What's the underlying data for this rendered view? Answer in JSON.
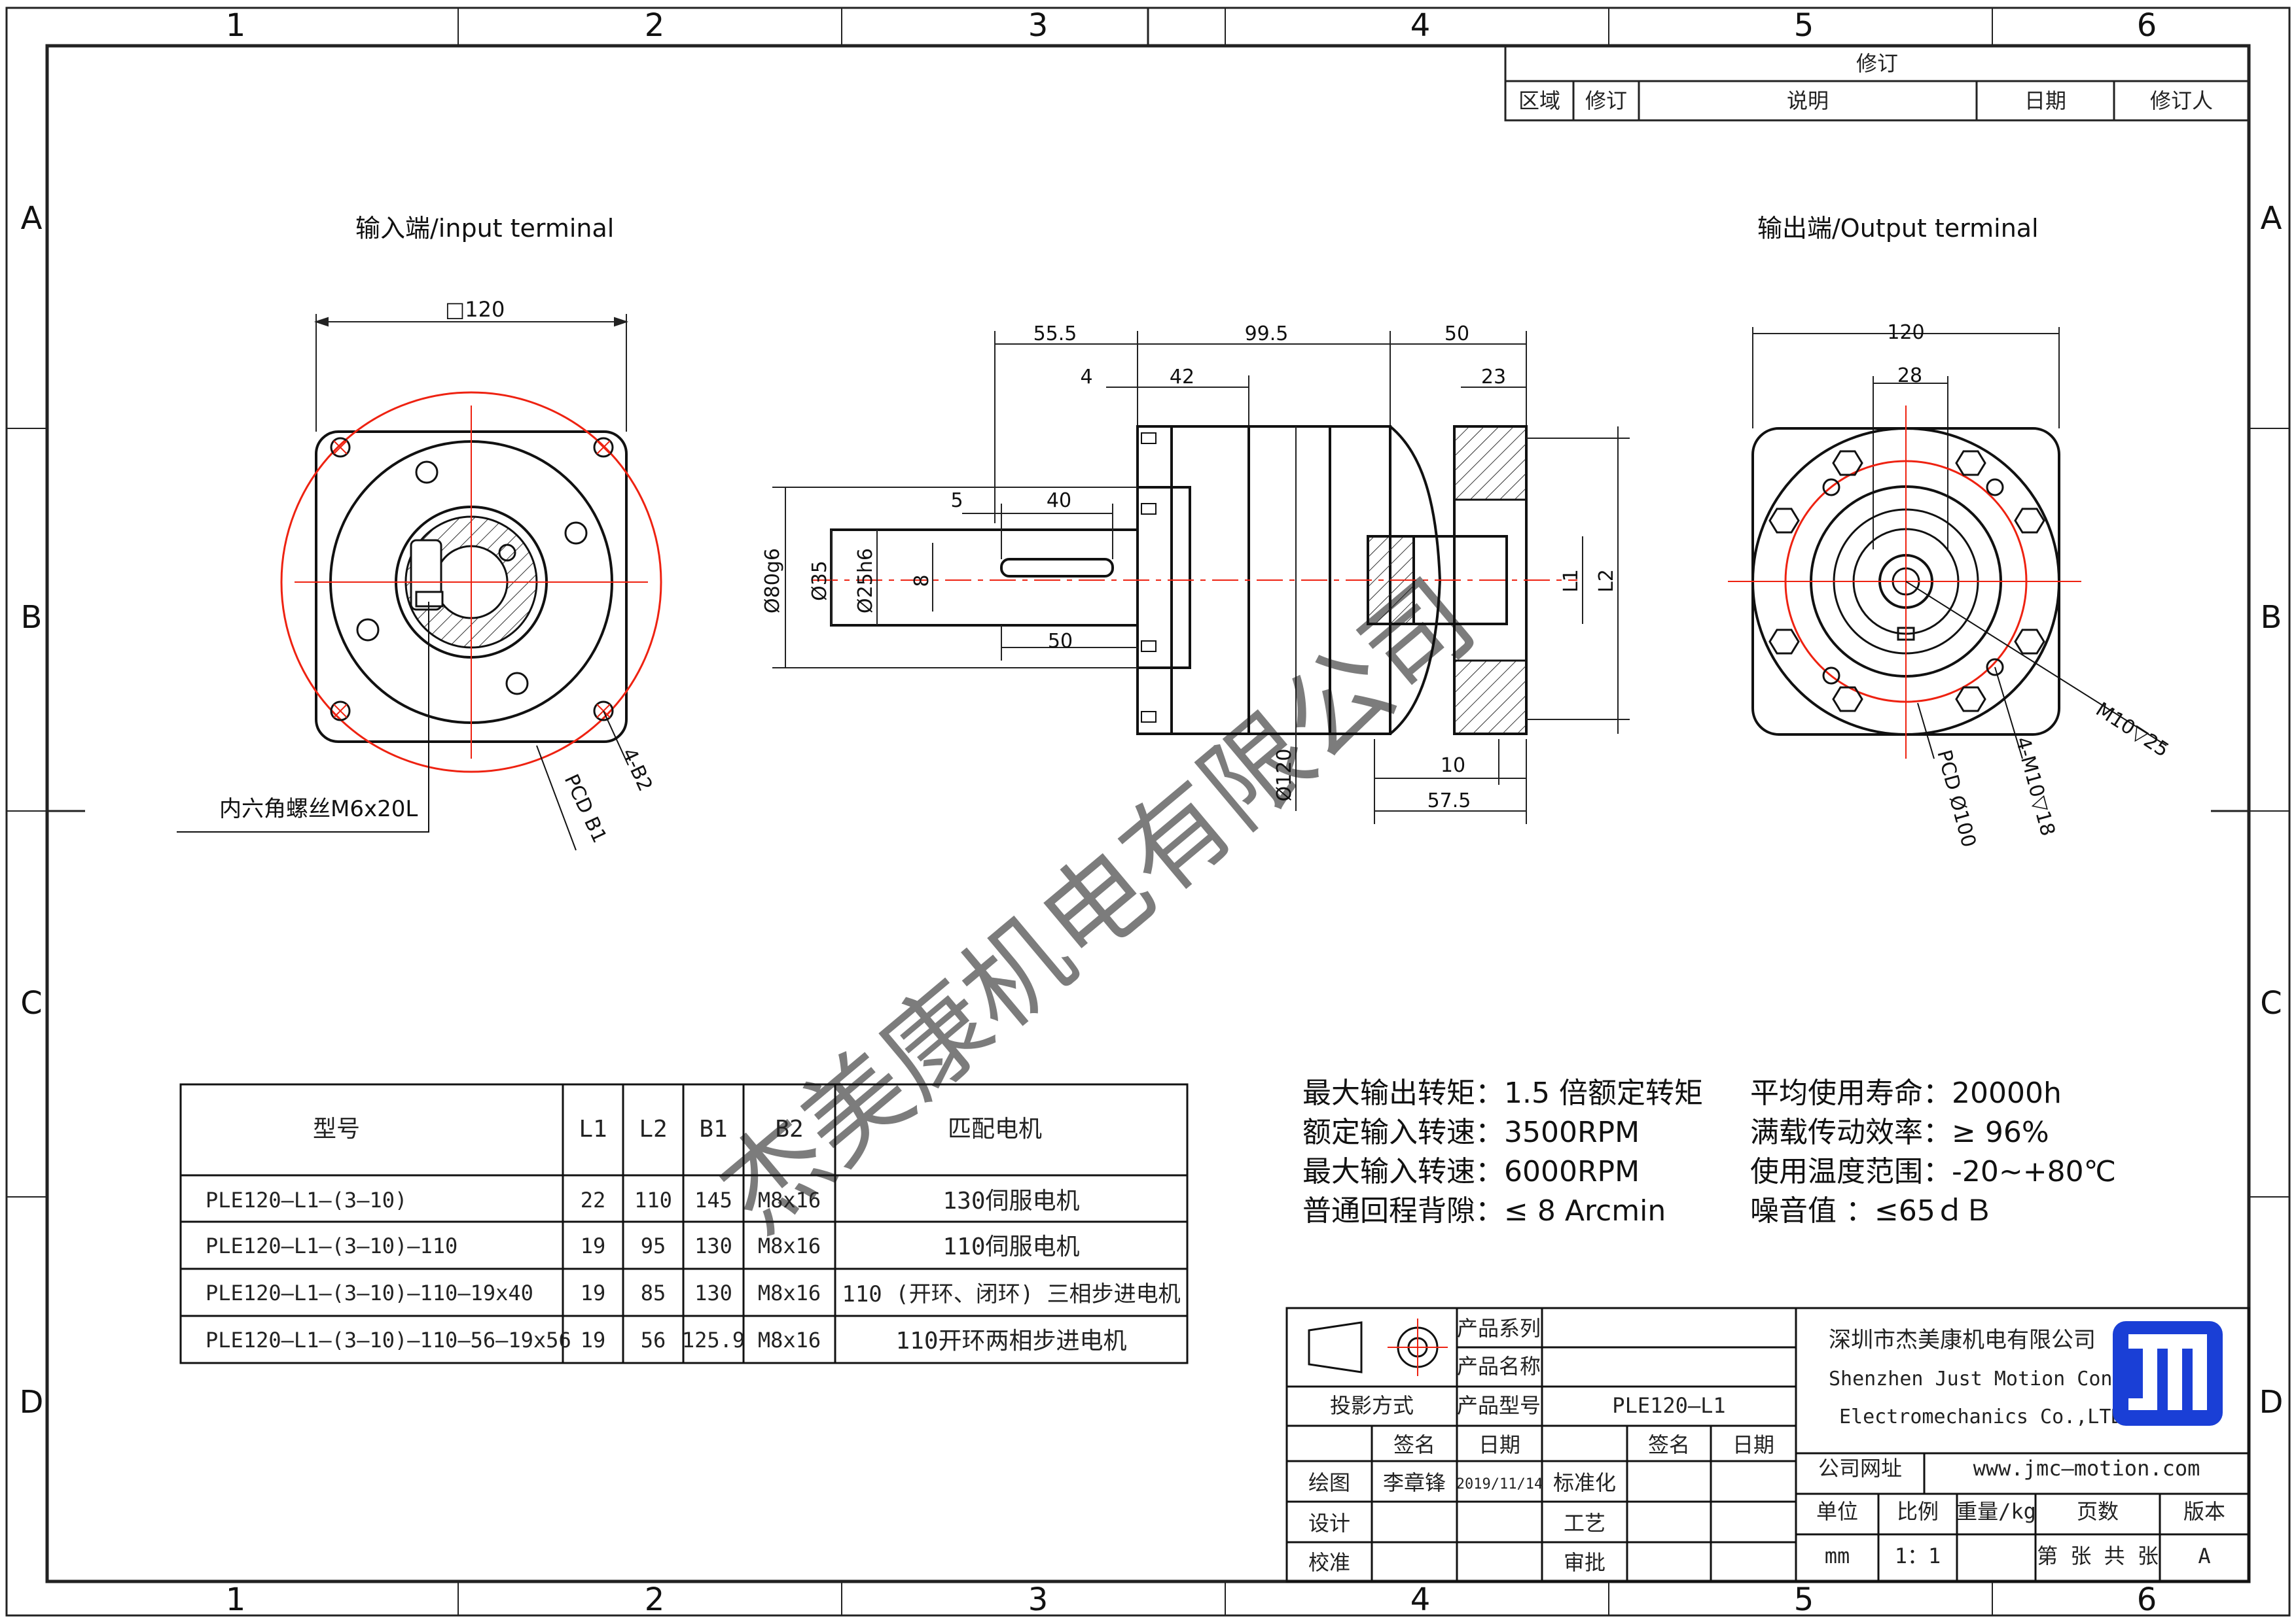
{
  "frame": {
    "zone_columns": [
      "1",
      "2",
      "3",
      "4",
      "5",
      "6"
    ],
    "zone_rows": [
      "A",
      "B",
      "C",
      "D"
    ]
  },
  "revision_block": {
    "title": "修订",
    "headers": [
      "区域",
      "修订",
      "说明",
      "日期",
      "修订人"
    ]
  },
  "views": {
    "input_title": "输入端/input terminal",
    "output_title": "输出端/Output terminal",
    "input_dims": {
      "square": "□120",
      "bolt_label": "4-B2",
      "pcd_label": "PCD B1",
      "screw_callout": "内六角螺丝M6x20L"
    },
    "side_dims": {
      "d_55_5": "55.5",
      "d_99_5": "99.5",
      "d_50_top": "50",
      "d_4": "4",
      "d_42": "42",
      "d_23": "23",
      "d_5": "5",
      "d_40": "40",
      "d_50_bottom": "50",
      "d_8": "8",
      "dia_80": "Ø80g6",
      "dia_35": "Ø35",
      "dia_25": "Ø25h6",
      "dia_120": "Ø120",
      "L1": "L1",
      "L2": "L2",
      "d_10": "10",
      "d_57_5": "57.5"
    },
    "output_dims": {
      "w_120": "120",
      "w_28": "28",
      "m10": "M10▽25",
      "m10_4": "4-M10▽18",
      "pcd100": "PCD Ø100"
    }
  },
  "watermark": "杰美康机电有限公司",
  "model_table": {
    "headers": [
      "型号",
      "L1",
      "L2",
      "B1",
      "B2",
      "匹配电机"
    ],
    "rows": [
      [
        "PLE120—L1—(3—10)",
        "22",
        "110",
        "145",
        "M8x16",
        "130伺服电机"
      ],
      [
        "PLE120—L1—(3—10)—110",
        "19",
        "95",
        "130",
        "M8x16",
        "110伺服电机"
      ],
      [
        "PLE120—L1—(3—10)—110—19x40",
        "19",
        "85",
        "130",
        "M8x16",
        "110 (开环、闭环) 三相步进电机"
      ],
      [
        "PLE120—L1—(3—10)—110—56—19x56",
        "19",
        "56",
        "125.9",
        "M8x16",
        "110开环两相步进电机"
      ]
    ]
  },
  "specs": {
    "left": [
      "最大输出转矩：1.5 倍额定转矩",
      "额定输入转速：3500RPM",
      "最大输入转速：6000RPM",
      "普通回程背隙：≤ 8 Arcmin"
    ],
    "right": [
      "平均使用寿命：20000h",
      "满载传动效率：≥   96%",
      "使用温度范围：-20~+80℃",
      "噪音值        ：≤65ｄＢ"
    ]
  },
  "title_block": {
    "product_series": "产品系列",
    "product_name": "产品名称",
    "projection": "投影方式",
    "product_model_label": "产品型号",
    "product_model": "PLE120—L1",
    "sign": "签名",
    "date": "日期",
    "sign2": "签名",
    "date2": "日期",
    "drawn": "绘图",
    "drawn_by": "李章锋",
    "drawn_date": "2019/11/14",
    "standardize": "标准化",
    "design": "设计",
    "process": "工艺",
    "check": "校准",
    "approve": "审批",
    "company_cn": "深圳市杰美康机电有限公司",
    "company_en1": "Shenzhen Just Motion Control",
    "company_en2": "Electromechanics Co.,LTD",
    "website_label": "公司网址",
    "website": "www.jmc—motion.com",
    "unit_label": "单位",
    "scale_label": "比例",
    "weight_label": "重量/kg",
    "pages_label": "页数",
    "version_label": "版本",
    "unit": "mm",
    "scale": "1：1",
    "pages": "第 张 共 张",
    "version": "A",
    "brand_color": "#1a3fd6"
  }
}
